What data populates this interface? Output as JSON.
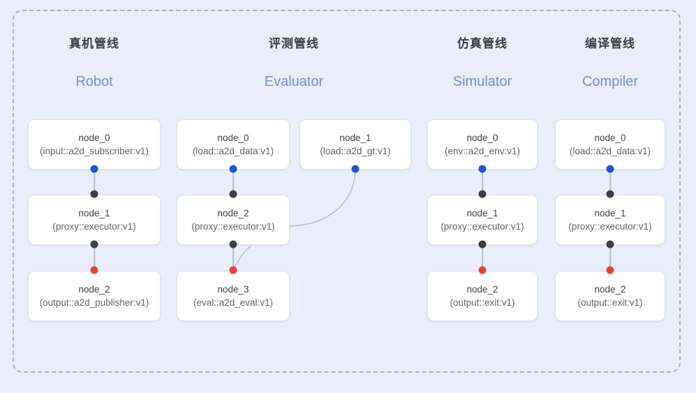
{
  "diagram": {
    "background_color": "#e9eefa",
    "frame_border_color": "#a9b0bf",
    "accent_colors": {
      "port_input": "#1a56d6",
      "port_internal": "#3c4043",
      "port_output": "#ea4335",
      "subtitle": "#7b8ec8",
      "edge": "#b9bcc4"
    }
  },
  "columns": [
    {
      "id": "robot",
      "title_cn": "真机管线",
      "subtitle_en": "Robot",
      "nodes": [
        {
          "id": "robot-node-0",
          "name": "node_0",
          "spec": "(input::a2d_subscriber:v1)"
        },
        {
          "id": "robot-node-1",
          "name": "node_1",
          "spec": "(proxy::executor:v1)"
        },
        {
          "id": "robot-node-2",
          "name": "node_2",
          "spec": "(output::a2d_publisher:v1)"
        }
      ]
    },
    {
      "id": "evaluator",
      "title_cn": "评测管线",
      "subtitle_en": "Evaluator",
      "nodes": [
        {
          "id": "eval-node-0",
          "name": "node_0",
          "spec": "(load::a2d_data:v1)"
        },
        {
          "id": "eval-node-1",
          "name": "node_1",
          "spec": "(load::a2d_gt:v1)"
        },
        {
          "id": "eval-node-2",
          "name": "node_2",
          "spec": "(proxy::executor:v1)"
        },
        {
          "id": "eval-node-3",
          "name": "node_3",
          "spec": "(eval::a2d_eval:v1)"
        }
      ]
    },
    {
      "id": "simulator",
      "title_cn": "仿真管线",
      "subtitle_en": "Simulator",
      "nodes": [
        {
          "id": "sim-node-0",
          "name": "node_0",
          "spec": "(env::a2d_env:v1)"
        },
        {
          "id": "sim-node-1",
          "name": "node_1",
          "spec": "(proxy::executor:v1)"
        },
        {
          "id": "sim-node-2",
          "name": "node_2",
          "spec": "(output::exit:v1)"
        }
      ]
    },
    {
      "id": "compiler",
      "title_cn": "编译管线",
      "subtitle_en": "Compiler",
      "nodes": [
        {
          "id": "comp-node-0",
          "name": "node_0",
          "spec": "(load::a2d_data:v1)"
        },
        {
          "id": "comp-node-1",
          "name": "node_1",
          "spec": "(proxy::executor:v1)"
        },
        {
          "id": "comp-node-2",
          "name": "node_2",
          "spec": "(output::exit:v1)"
        }
      ]
    }
  ]
}
